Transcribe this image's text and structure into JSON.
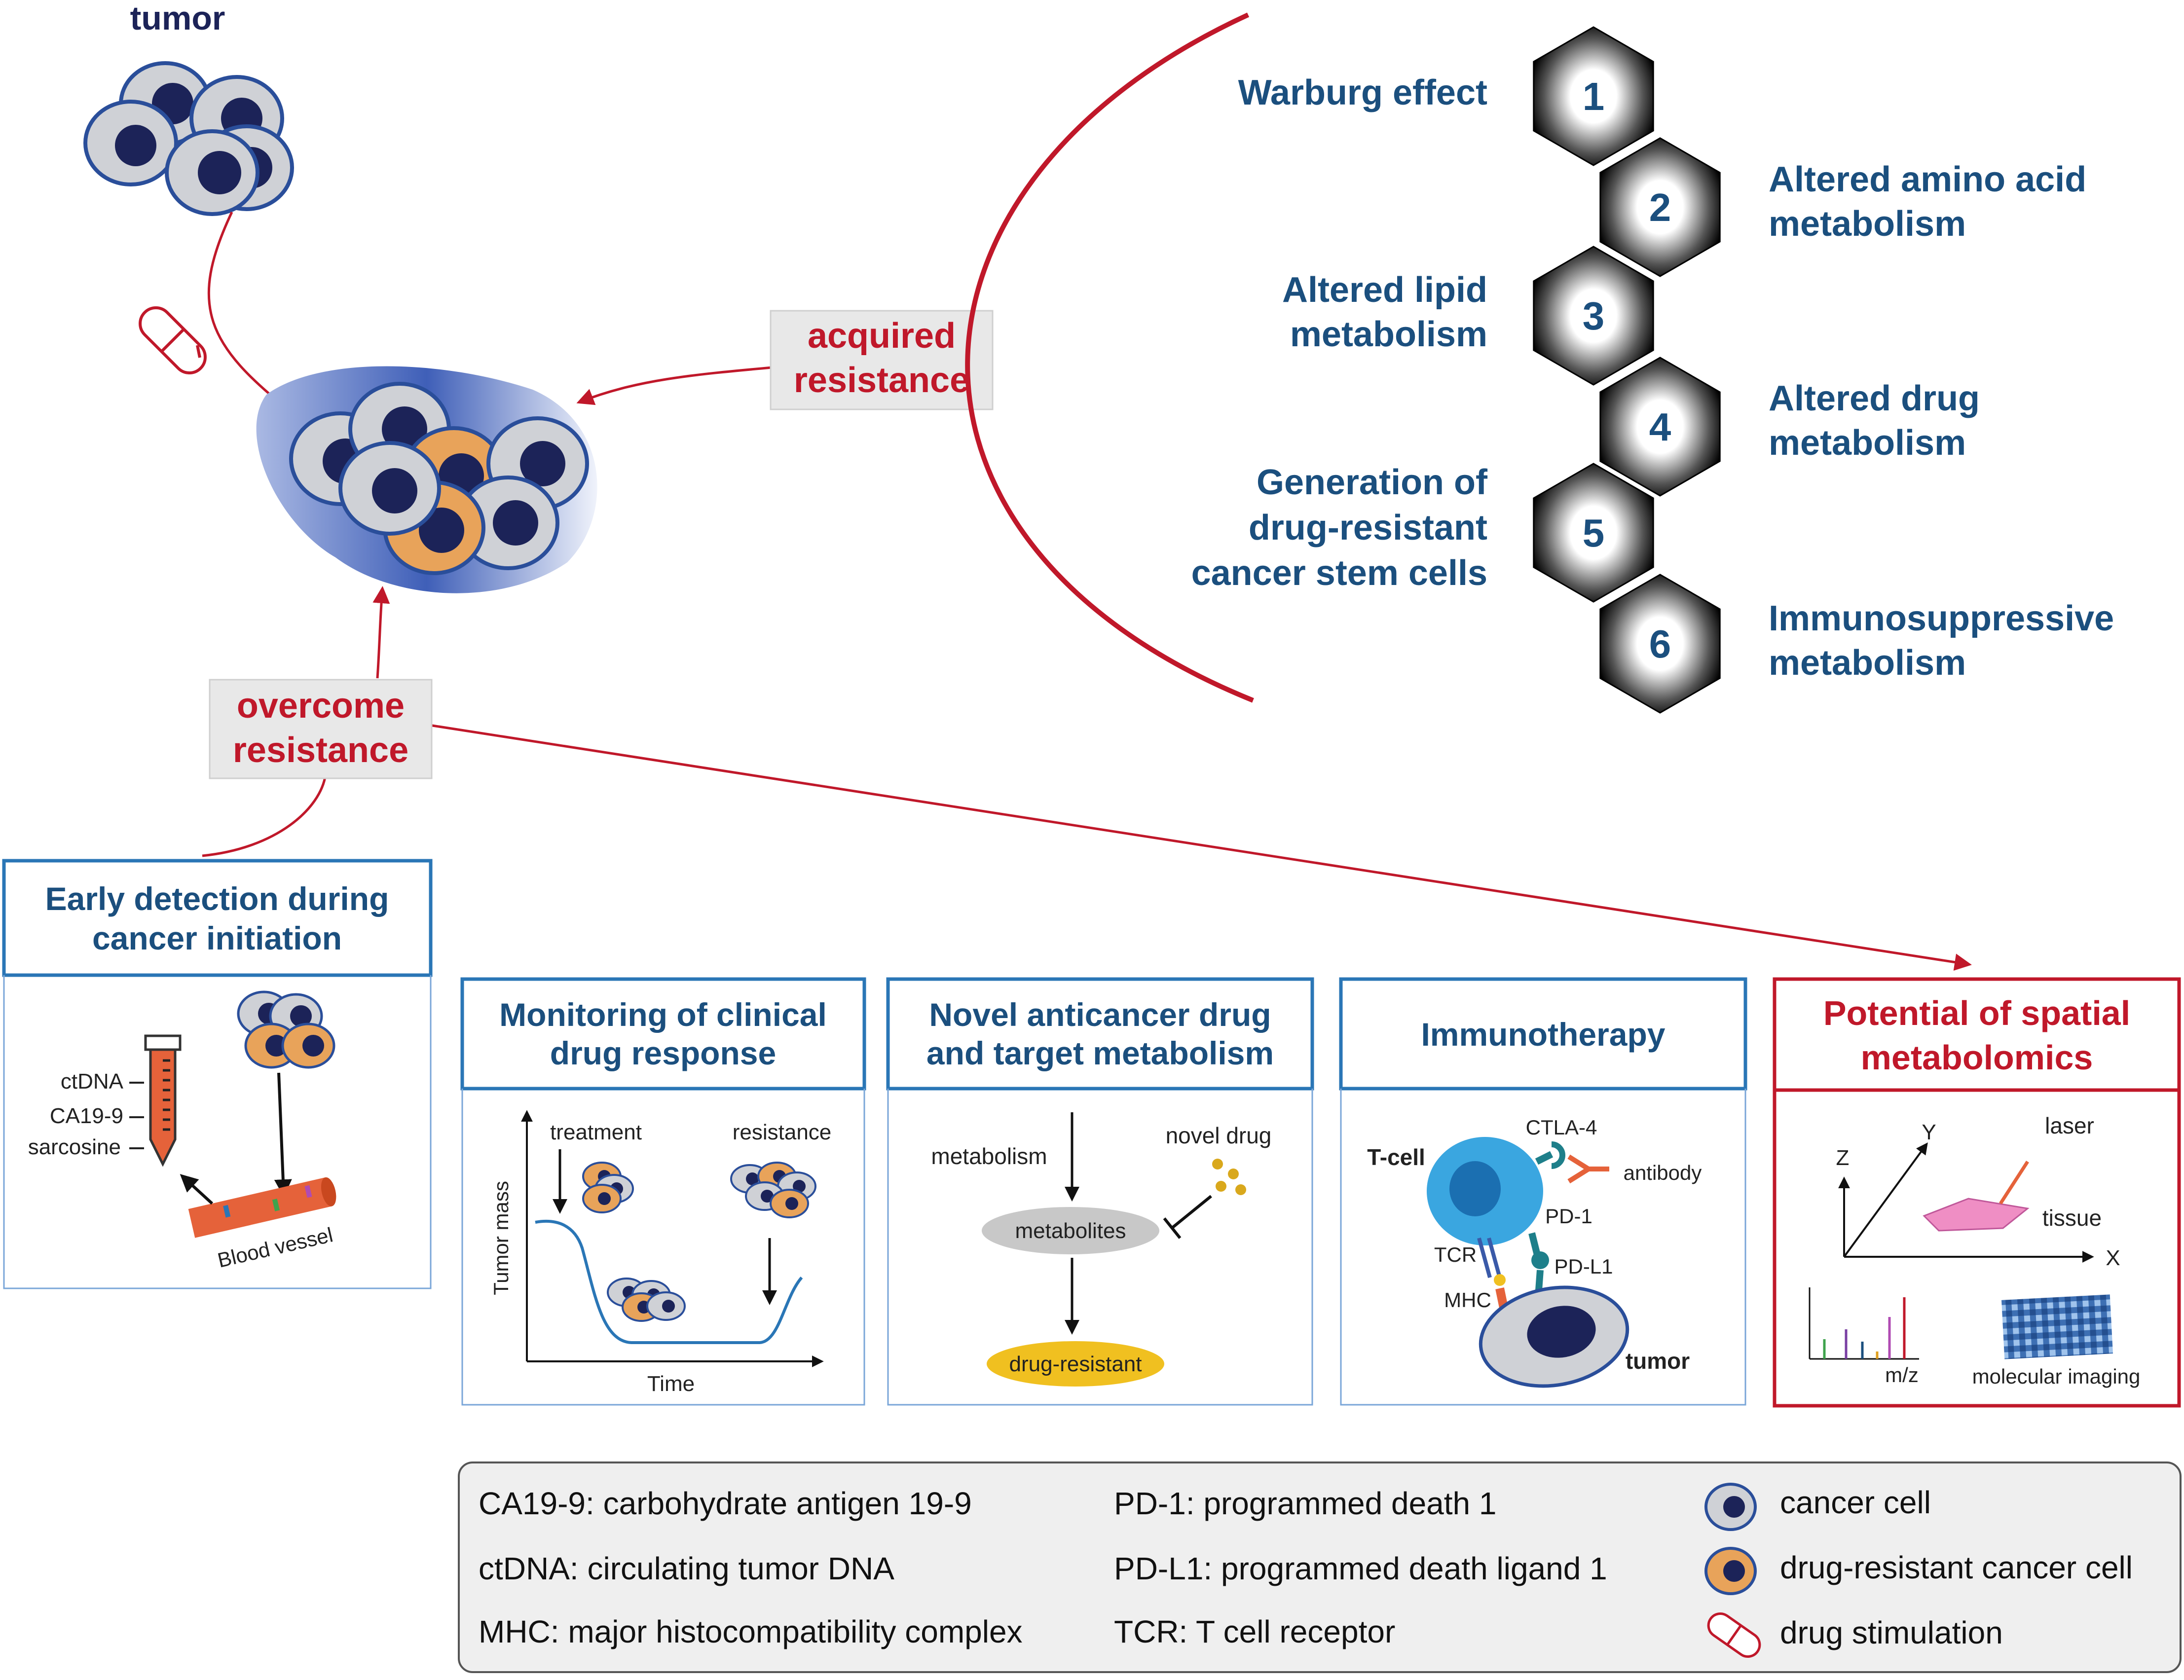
{
  "top": {
    "tumor_label": "tumor",
    "acquired_resistance": [
      "acquired",
      "resistance"
    ],
    "overcome_resistance": [
      "overcome",
      "resistance"
    ]
  },
  "hexagons": [
    {
      "num": "1",
      "label": [
        "Warburg effect"
      ]
    },
    {
      "num": "2",
      "label": [
        "Altered amino acid",
        "metabolism"
      ]
    },
    {
      "num": "3",
      "label": [
        "Altered lipid",
        "metabolism"
      ]
    },
    {
      "num": "4",
      "label": [
        "Altered drug",
        "metabolism"
      ]
    },
    {
      "num": "5",
      "label": [
        "Generation of",
        "drug-resistant",
        "cancer stem cells"
      ]
    },
    {
      "num": "6",
      "label": [
        "Immunosuppressive",
        "metabolism"
      ]
    }
  ],
  "panels": {
    "early": {
      "title": [
        "Early detection during",
        "cancer initiation"
      ],
      "tube_labels": [
        "ctDNA",
        "CA19-9",
        "sarcosine"
      ],
      "vessel": "Blood vessel"
    },
    "monitoring": {
      "title": [
        "Monitoring of clinical",
        "drug response"
      ],
      "ylabel": "Tumor mass",
      "xlabel": "Time",
      "treatment": "treatment",
      "resistance": "resistance"
    },
    "novel": {
      "title": [
        "Novel anticancer drug",
        "and target metabolism"
      ],
      "metabolism": "metabolism",
      "novel_drug": "novel drug",
      "metabolites": "metabolites",
      "drug_resistant": "drug-resistant"
    },
    "immuno": {
      "title": [
        "Immunotherapy"
      ],
      "tcell": "T-cell",
      "ctla4": "CTLA-4",
      "antibody": "antibody",
      "pd1": "PD-1",
      "pdl1": "PD-L1",
      "tcr": "TCR",
      "mhc": "MHC",
      "tumor": "tumor"
    },
    "spatial": {
      "title": [
        "Potential of spatial",
        "metabolomics"
      ],
      "z": "Z",
      "y": "Y",
      "x": "X",
      "laser": "laser",
      "tissue": "tissue",
      "mz": "m/z",
      "molecular_imaging": "molecular imaging"
    }
  },
  "legend": {
    "col1": [
      "CA19-9: carbohydrate antigen 19-9",
      "ctDNA: circulating tumor DNA",
      "MHC: major histocompatibility complex"
    ],
    "col2": [
      "PD-1: programmed death 1",
      "PD-L1: programmed death ligand 1",
      "TCR: T cell receptor"
    ],
    "col3": [
      "cancer cell",
      "drug-resistant cancer cell",
      "drug stimulation"
    ]
  },
  "colors": {
    "blue_text": "#1b4f7e",
    "red": "#c0182a",
    "cell_gray": "#cfd1d6",
    "cell_orange": "#e8a35a",
    "nucleus": "#1c2358",
    "box_blue": "#2a76b6"
  }
}
